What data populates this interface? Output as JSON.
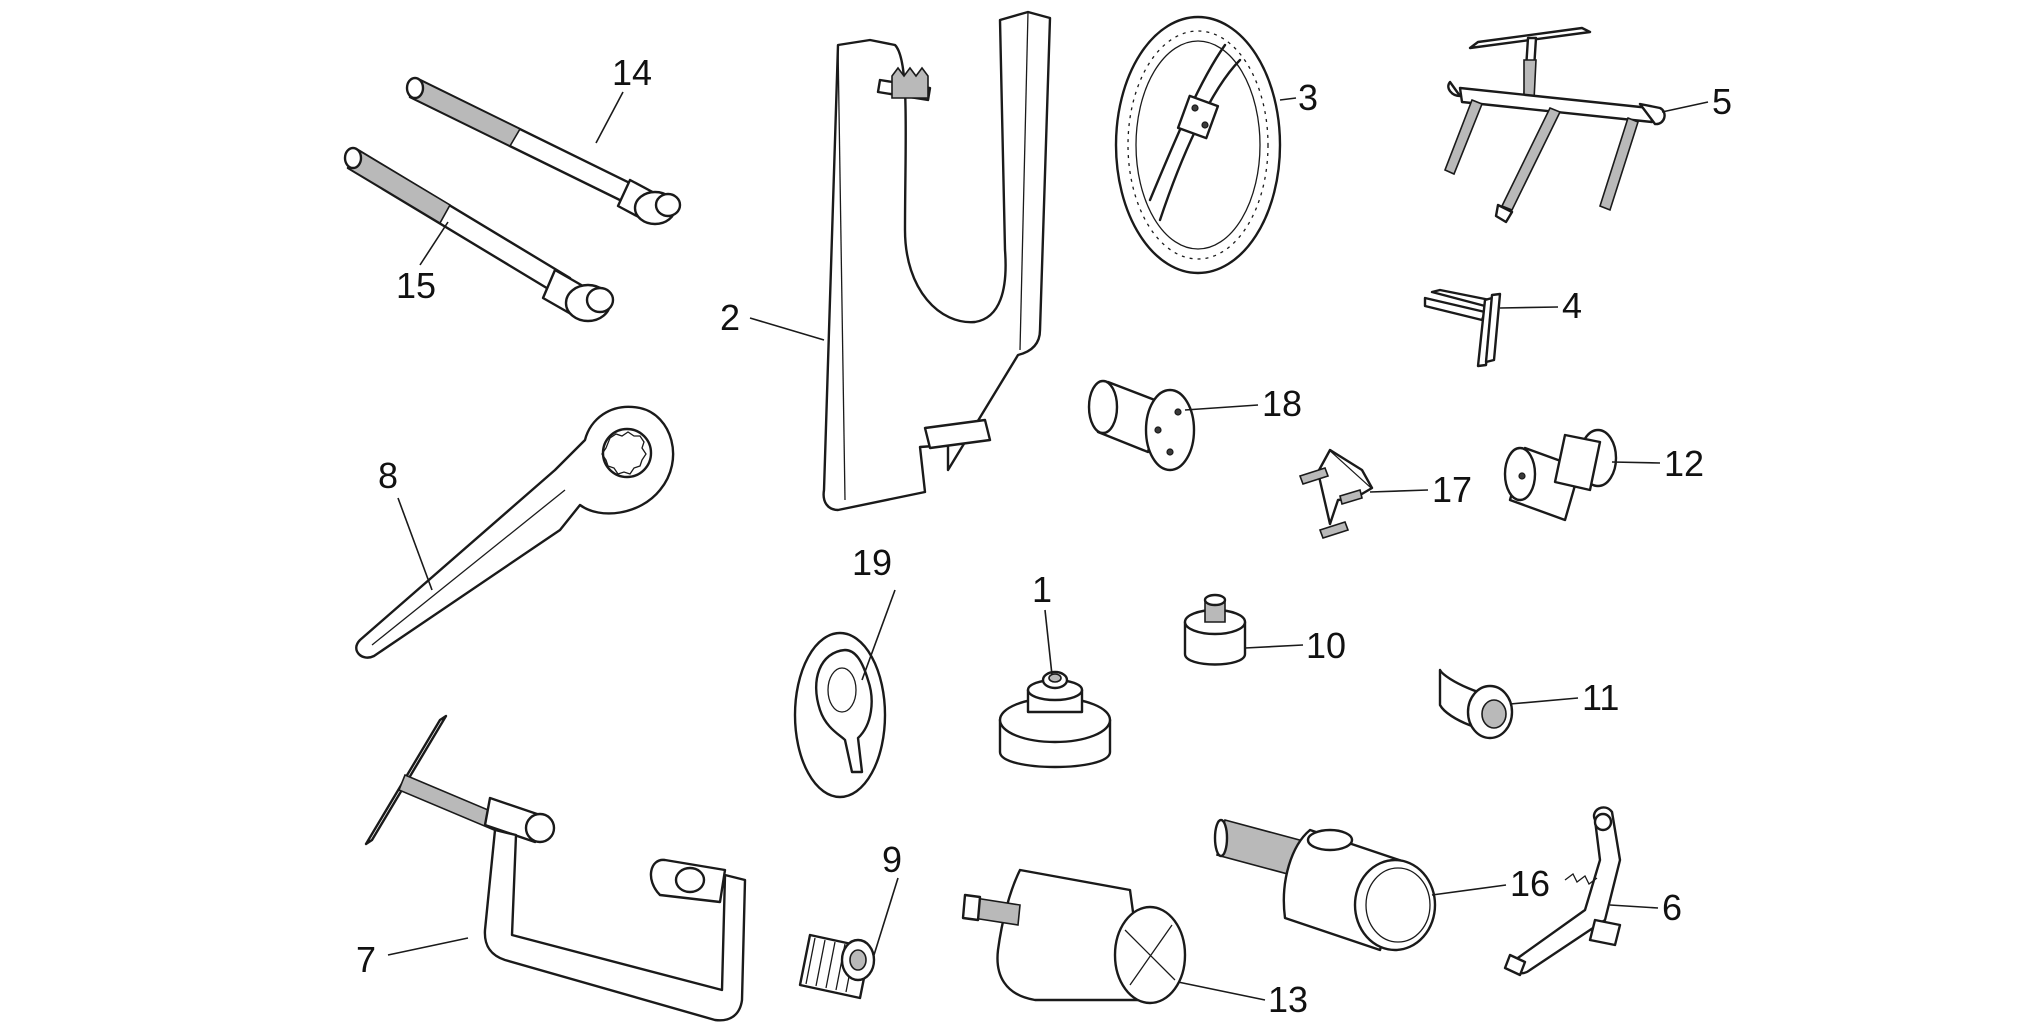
{
  "callouts": {
    "c1": "1",
    "c2": "2",
    "c3": "3",
    "c4": "4",
    "c5": "5",
    "c6": "6",
    "c7": "7",
    "c8": "8",
    "c9": "9",
    "c10": "10",
    "c11": "11",
    "c12": "12",
    "c13": "13",
    "c14": "14",
    "c15": "15",
    "c16": "16",
    "c17": "17",
    "c18": "18",
    "c19": "19"
  },
  "colors": {
    "line": "#1a1a1a",
    "background": "#ffffff"
  }
}
